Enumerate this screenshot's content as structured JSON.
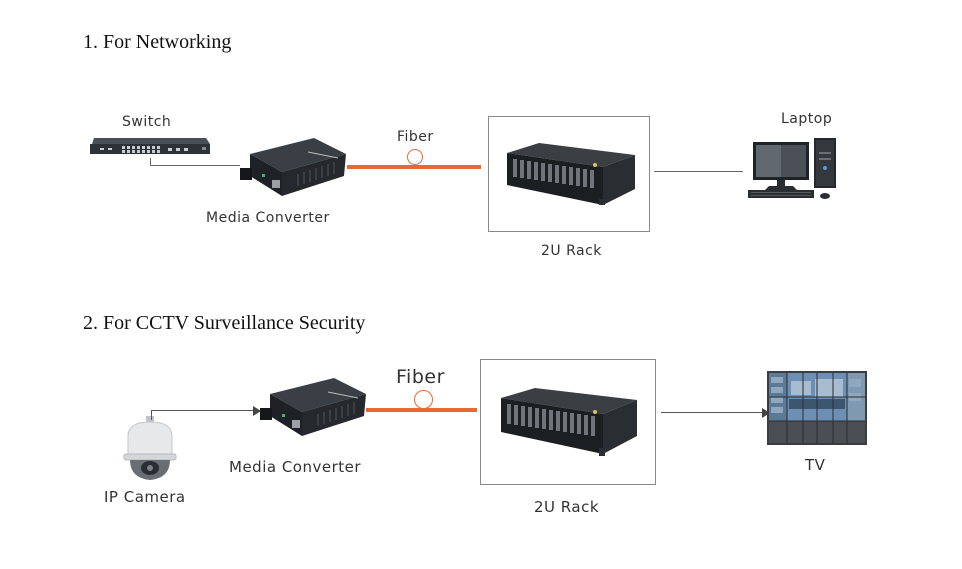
{
  "sections": [
    {
      "heading": "1. For Networking",
      "labels": {
        "switch": "Switch",
        "media_converter": "Media Converter",
        "fiber": "Fiber",
        "rack": "2U Rack",
        "endpoint": "Laptop"
      },
      "icons": [
        "switch-icon",
        "media-converter-icon",
        "fiber-ring-icon",
        "rack-icon",
        "desktop-computer-icon"
      ]
    },
    {
      "heading": "2.  For CCTV Surveillance Security",
      "labels": {
        "camera": "IP Camera",
        "media_converter": "Media Converter",
        "fiber": "Fiber",
        "rack": "2U Rack",
        "endpoint": "TV"
      },
      "icons": [
        "ip-camera-icon",
        "media-converter-icon",
        "fiber-ring-icon",
        "rack-icon",
        "video-wall-icon"
      ]
    }
  ],
  "colors": {
    "fiber": "#e8682d",
    "connector": "#666666",
    "device": "#2b2f33",
    "text": "#333333"
  }
}
